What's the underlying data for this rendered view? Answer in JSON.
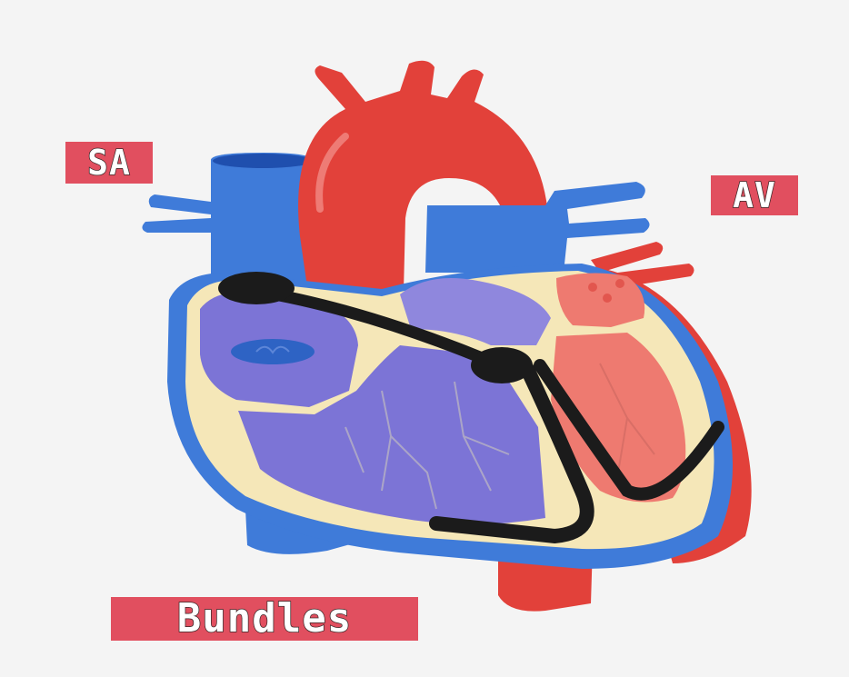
{
  "labels": {
    "sa": "SA",
    "av": "AV",
    "bundles": "Bundles"
  },
  "colors": {
    "background": "#f4f4f4",
    "label_bg": "#e14f5f",
    "aorta": "#e2413a",
    "vein": "#3f7bd9",
    "right_heart": "#7c74d6",
    "left_heart": "#ee7a70",
    "muscle": "#f5e7b8",
    "conduction": "#1b1b1b"
  }
}
